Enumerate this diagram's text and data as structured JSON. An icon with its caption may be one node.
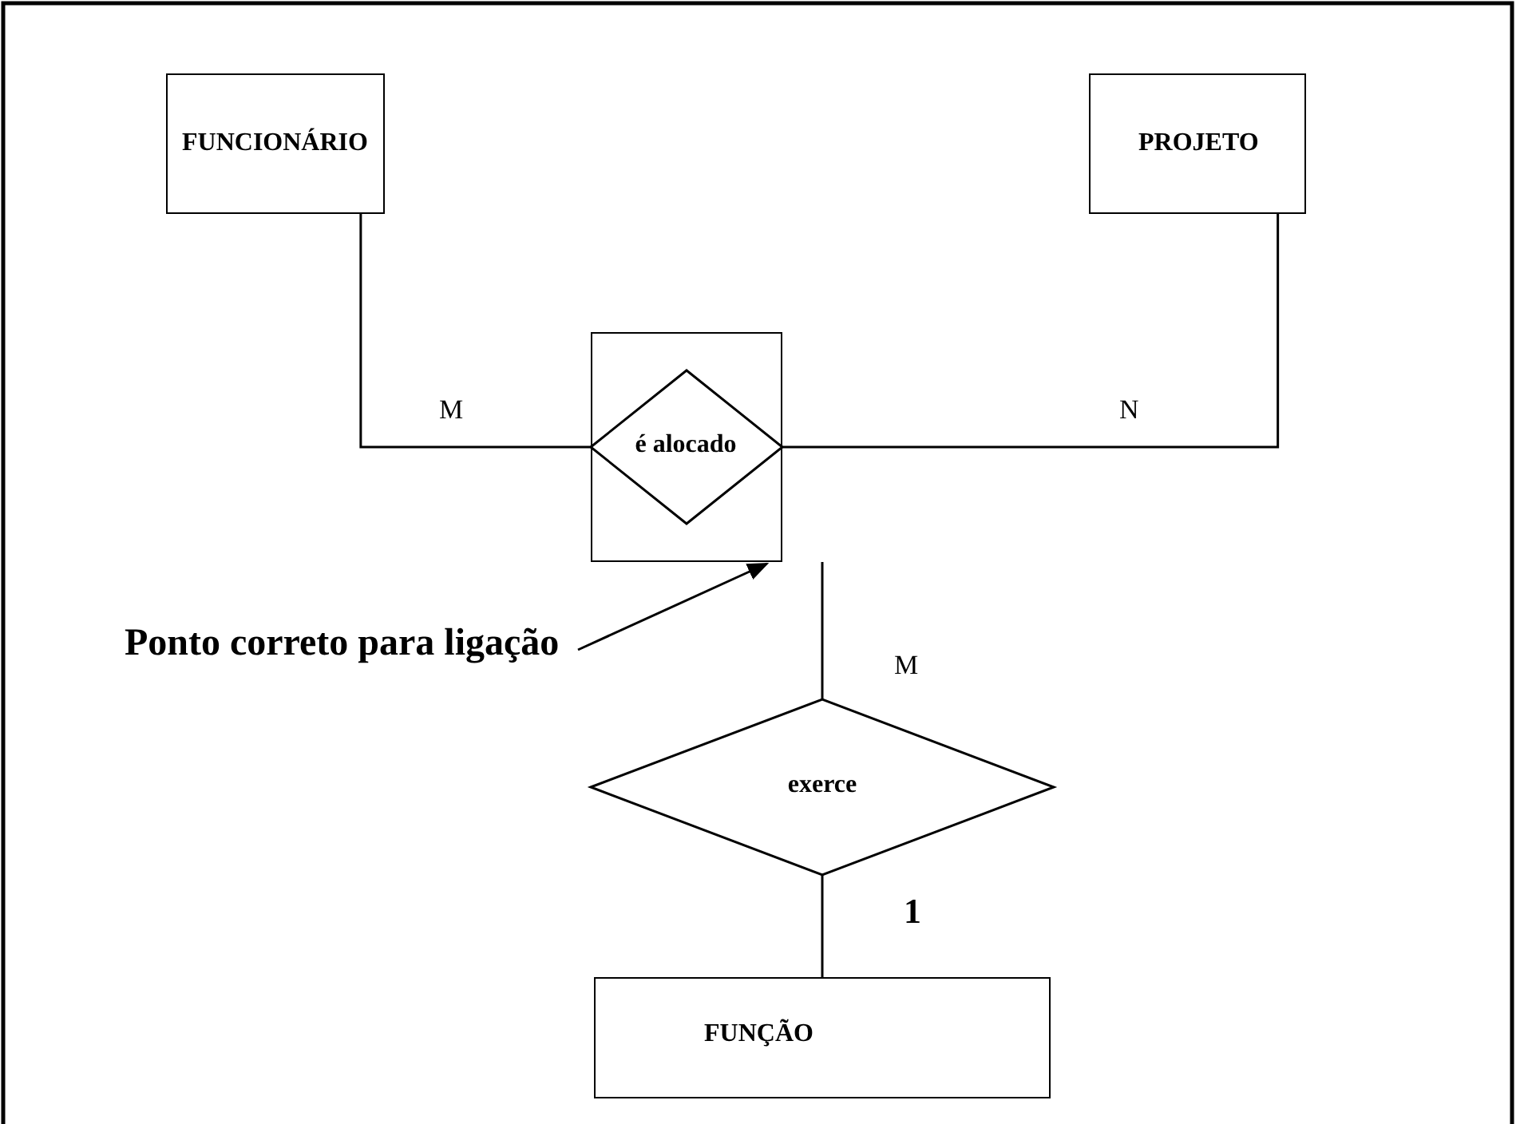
{
  "diagram": {
    "nodes": [
      {
        "text": [
          "FUNCIONÁRIO"
        ]
      },
      {
        "text": [
          "PROJETO"
        ]
      },
      {
        "text": [],
        "shape": "box"
      },
      {
        "text": [
          "é alocado"
        ],
        "in": 2
      },
      {
        "text": [
          "exerce"
        ]
      },
      {
        "text": [
          "FUNÇÃO"
        ]
      },
      {
        "text": [
          "Ponto correto para ligação"
        ]
      }
    ],
    "edges": [
      {
        "from": 0,
        "to": 3,
        "arrow": "none",
        "label": "M"
      },
      {
        "from": 1,
        "to": 3,
        "arrow": "none",
        "label": "N"
      },
      {
        "from": 2,
        "to": 4,
        "arrow": "none",
        "label": "M"
      },
      {
        "from": 4,
        "to": 5,
        "arrow": "none",
        "label": "1"
      },
      {
        "from": 6,
        "to": 2,
        "arrow": "to"
      }
    ]
  }
}
